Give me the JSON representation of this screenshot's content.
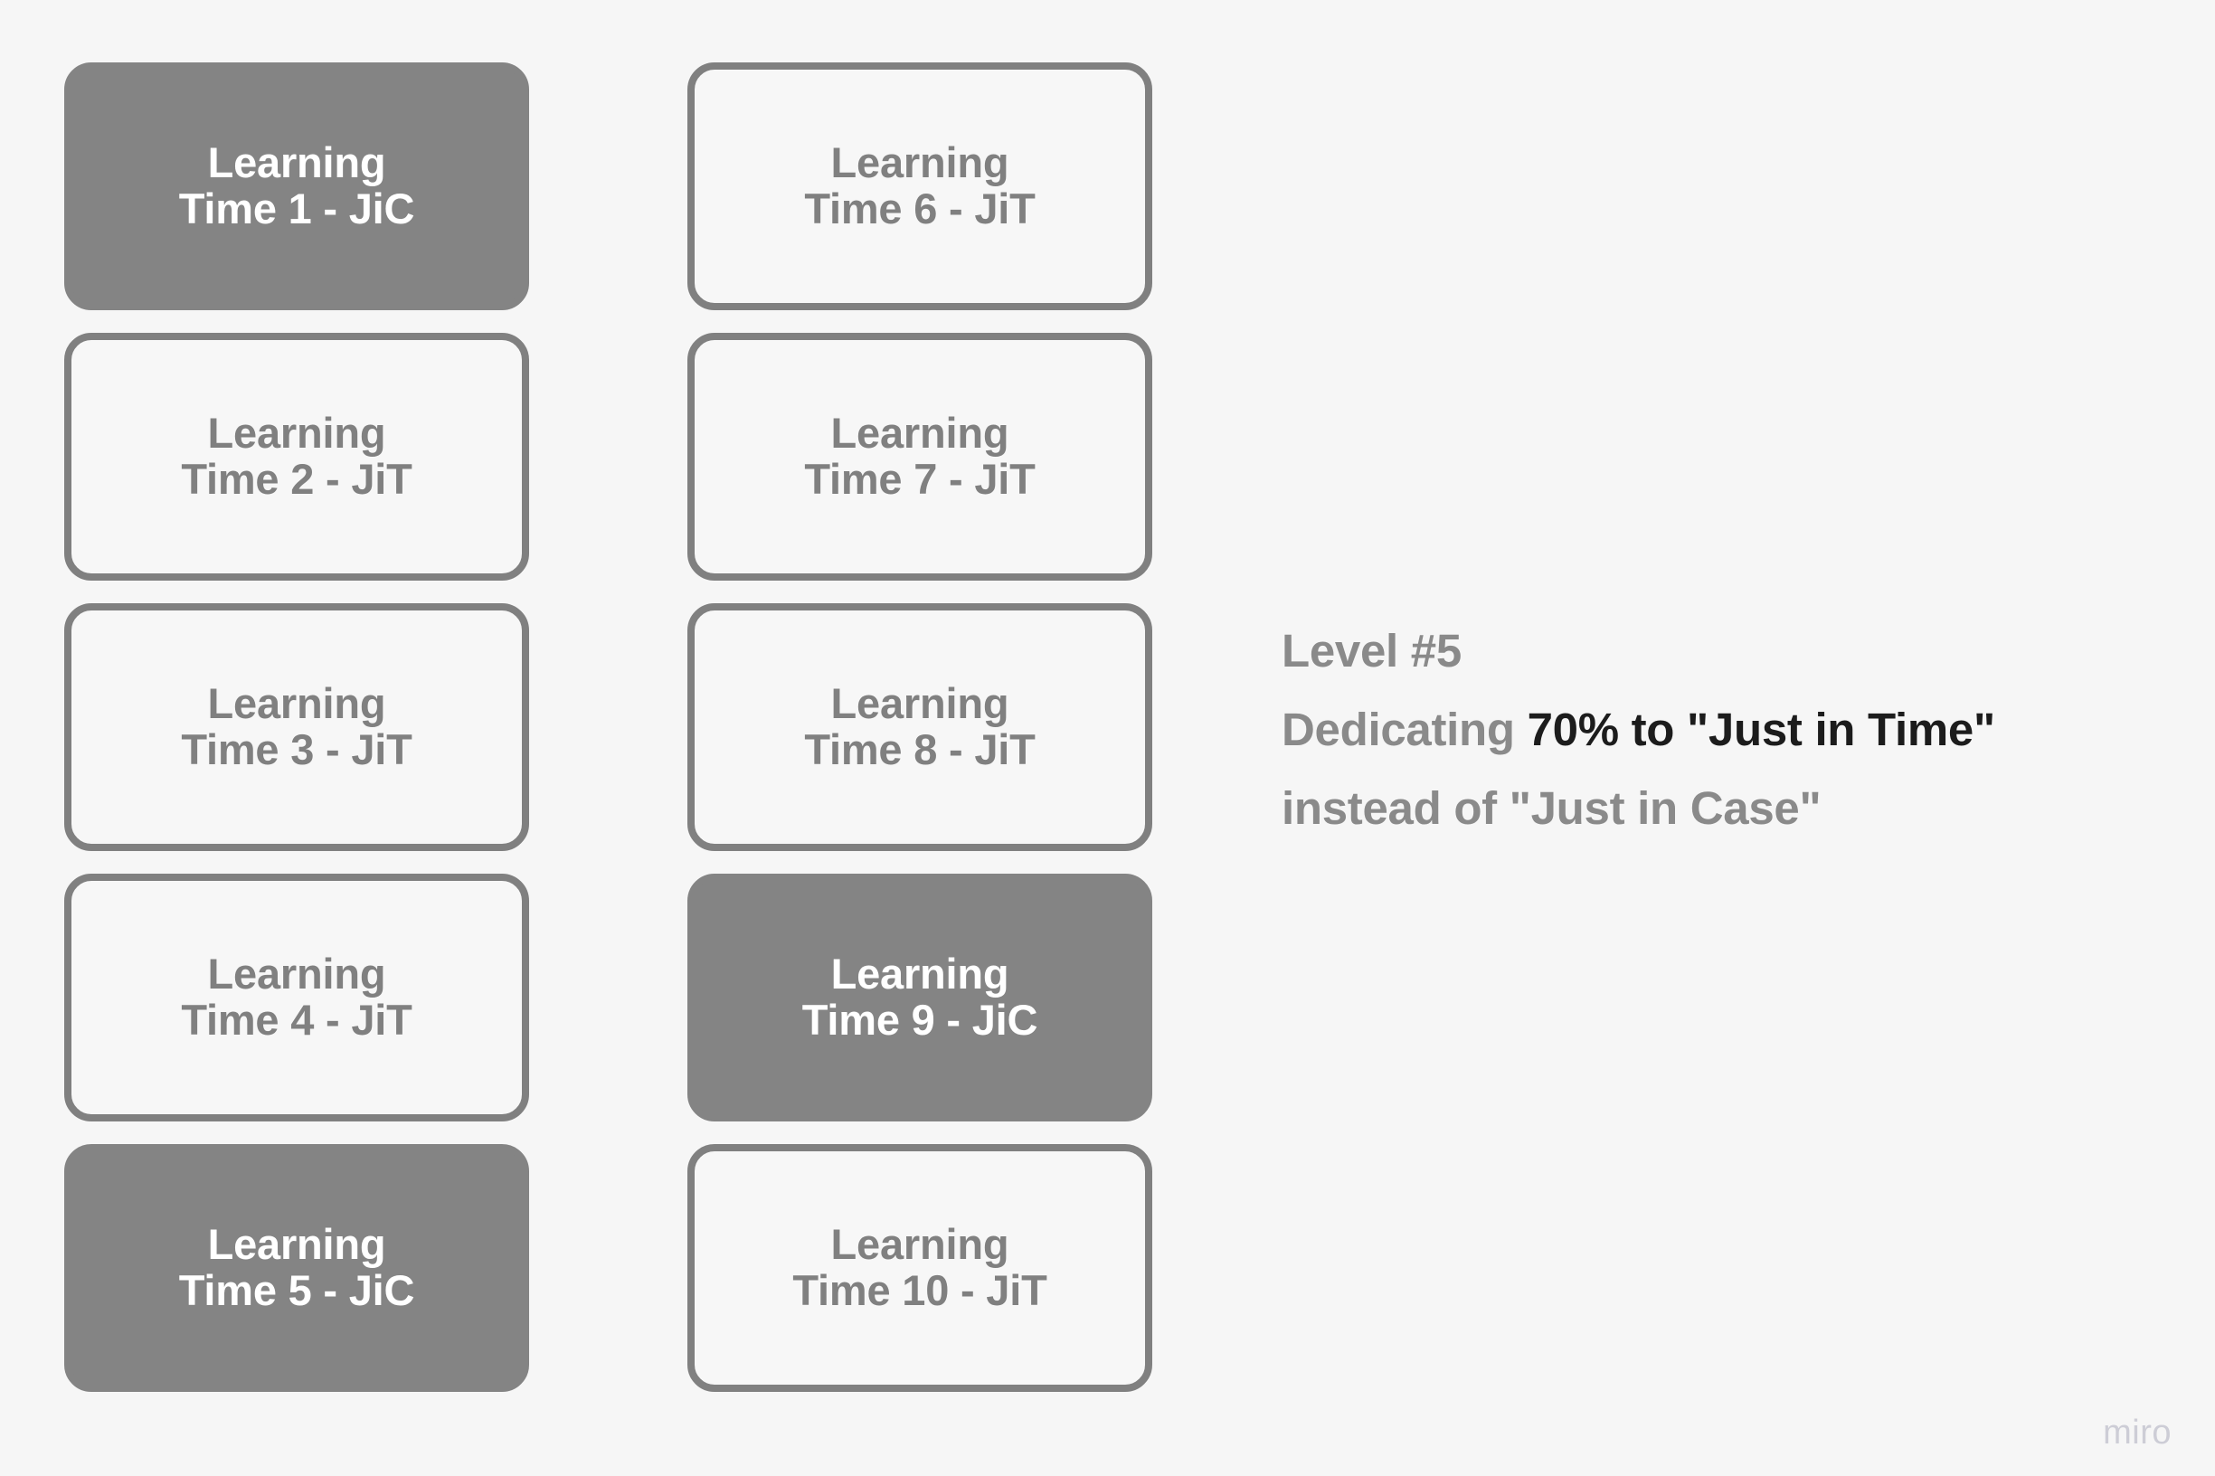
{
  "canvas": {
    "background_color": "#f6f6f6",
    "filled_card_color": "#848484",
    "outline_card_color": "#808080",
    "accent_text_color": "#1c1c1c"
  },
  "columns": [
    {
      "id": "column-1",
      "cards": [
        {
          "id": "card-1",
          "label": "Learning\nTime 1 - JiC",
          "style": "filled"
        },
        {
          "id": "card-2",
          "label": "Learning\nTime 2 - JiT",
          "style": "outlined"
        },
        {
          "id": "card-3",
          "label": "Learning\nTime 3 - JiT",
          "style": "outlined"
        },
        {
          "id": "card-4",
          "label": "Learning\nTime 4 - JiT",
          "style": "outlined"
        },
        {
          "id": "card-5",
          "label": "Learning\nTime 5 - JiC",
          "style": "filled"
        }
      ]
    },
    {
      "id": "column-2",
      "cards": [
        {
          "id": "card-6",
          "label": "Learning\nTime 6 - JiT",
          "style": "outlined"
        },
        {
          "id": "card-7",
          "label": "Learning\nTime 7 - JiT",
          "style": "outlined"
        },
        {
          "id": "card-8",
          "label": "Learning\nTime 8 - JiT",
          "style": "outlined"
        },
        {
          "id": "card-9",
          "label": "Learning\nTime 9 - JiC",
          "style": "filled"
        },
        {
          "id": "card-10",
          "label": "Learning\nTime 10 - JiT",
          "style": "outlined"
        }
      ]
    }
  ],
  "annotation": {
    "line1": "Level #5",
    "line2_prefix": "Dedicating ",
    "line2_emphasis": "70% to \"Just in Time\"",
    "line3": "instead of \"Just in Case\""
  },
  "watermark": {
    "label": "miro"
  }
}
